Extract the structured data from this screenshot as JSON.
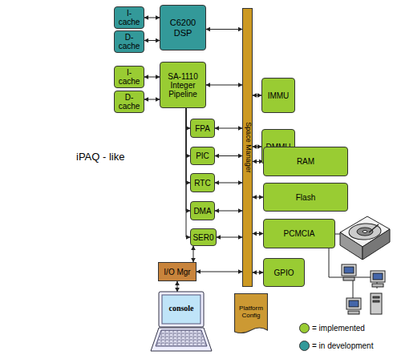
{
  "diagram": {
    "nodes": [
      {
        "text": [
          "I-cache"
        ]
      },
      {
        "text": [
          "D-cache"
        ]
      },
      {
        "text": [
          "C6200 DSP"
        ]
      },
      {
        "text": [
          "Space Manager"
        ]
      },
      {
        "text": [
          "I-cache"
        ]
      },
      {
        "text": [
          "D-cache"
        ]
      },
      {
        "text": [
          "SA-1110 Integer Pipeline"
        ]
      },
      {
        "text": [
          "IMMU"
        ]
      },
      {
        "text": [
          "DMMU"
        ]
      },
      {
        "text": [
          "FPA"
        ]
      },
      {
        "text": [
          "PIC"
        ]
      },
      {
        "text": [
          "RAM"
        ]
      },
      {
        "text": [
          "RTC"
        ]
      },
      {
        "text": [
          "Flash"
        ]
      },
      {
        "text": [
          "DMA"
        ]
      },
      {
        "text": [
          "SER0"
        ]
      },
      {
        "text": [
          "PCMCIA"
        ]
      },
      {
        "text": [
          "GPIO"
        ]
      },
      {
        "text": [
          "I/O Mgr"
        ]
      },
      {
        "text": [
          "console"
        ]
      },
      {
        "text": [
          "Platform Config"
        ]
      }
    ],
    "edges": [
      {
        "from": 0,
        "to": 2,
        "arrow": "both"
      },
      {
        "from": 1,
        "to": 2,
        "arrow": "both"
      },
      {
        "from": 2,
        "to": 3,
        "arrow": "both"
      },
      {
        "from": 4,
        "to": 6,
        "arrow": "both"
      },
      {
        "from": 5,
        "to": 6,
        "arrow": "both"
      },
      {
        "from": 6,
        "to": 3,
        "arrow": "both"
      },
      {
        "from": 3,
        "to": 7,
        "arrow": "both"
      },
      {
        "from": 3,
        "to": 8,
        "arrow": "both"
      },
      {
        "from": 6,
        "to": 9,
        "arrow": "to"
      },
      {
        "from": 9,
        "to": 3,
        "arrow": "both"
      },
      {
        "from": 6,
        "to": 10,
        "arrow": "to"
      },
      {
        "from": 10,
        "to": 3,
        "arrow": "both"
      },
      {
        "from": 3,
        "to": 11,
        "arrow": "both"
      },
      {
        "from": 6,
        "to": 12,
        "arrow": "to"
      },
      {
        "from": 12,
        "to": 3,
        "arrow": "both"
      },
      {
        "from": 3,
        "to": 13,
        "arrow": "both"
      },
      {
        "from": 6,
        "to": 14,
        "arrow": "to"
      },
      {
        "from": 14,
        "to": 3,
        "arrow": "both"
      },
      {
        "from": 6,
        "to": 15,
        "arrow": "to"
      },
      {
        "from": 15,
        "to": 3,
        "arrow": "both"
      },
      {
        "from": 3,
        "to": 16,
        "arrow": "both"
      },
      {
        "from": 15,
        "to": 18,
        "arrow": "both"
      },
      {
        "from": 18,
        "to": 3,
        "arrow": "both"
      },
      {
        "from": 3,
        "to": 17,
        "arrow": "both"
      },
      {
        "from": 18,
        "to": 19,
        "arrow": "both"
      }
    ],
    "labels": [
      "iPAQ - like"
    ],
    "legend": [
      {
        "text": "= implemented",
        "color": "#99cc33"
      },
      {
        "text": "= in development",
        "color": "#339999"
      }
    ]
  }
}
